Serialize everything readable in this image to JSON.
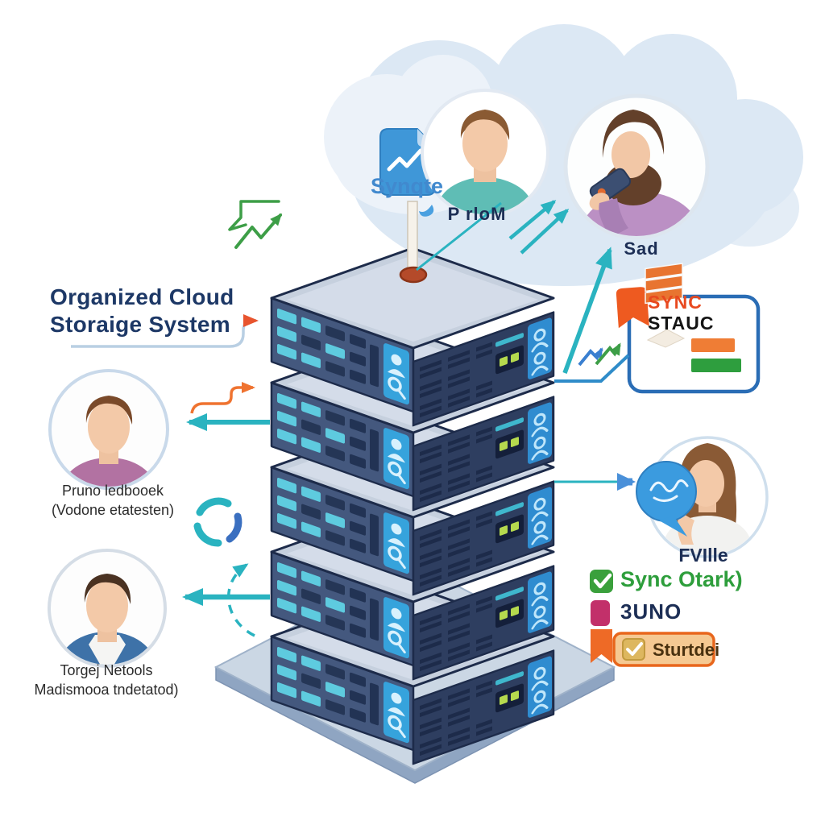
{
  "title": {
    "text_line1": "Organized Cloud",
    "text_line2": "Storaige System",
    "color": "#1d3866"
  },
  "cloud": {
    "app_name": "Synqte",
    "app_icon": "document-chart-icon",
    "user_top_label": "P rloM",
    "user_right_label": "Sad"
  },
  "servers": {
    "count": 5,
    "indicator_led_color": "#b5d94e",
    "vent_color": "#5ecbdf",
    "panel_color": "#2f8cd0"
  },
  "left_users": [
    {
      "label_line1": "Pruno ledbooek",
      "label_line2": "(Vodone etatesten)"
    },
    {
      "label_line1": "Torgej Netools",
      "label_line2": "Madismooa tndetatod)"
    }
  ],
  "sync_panel": {
    "heading_line1": "SYNC",
    "heading_line2": "STAUC",
    "heading1_color": "#e8491f",
    "border_color": "#2a6db5",
    "bookmark_color": "#ee5a20",
    "bar_colors": [
      "#ef7d35",
      "#2e9e3e"
    ],
    "icon": "stacked-files-icon"
  },
  "right_user": {
    "label": "FVIlle",
    "bubble_icon": "chat-scribble-bubble-icon"
  },
  "legend": {
    "items": [
      {
        "icon": "checkbox-checked-icon",
        "label": "Sync Otark)",
        "label_color": "#2e9e3c"
      },
      {
        "icon": "magenta-tag-icon",
        "label": "3UNO",
        "label_color": "#1c2e55"
      },
      {
        "icon": "orange-bookmark-icon",
        "label": "Sturtdei",
        "label_color": "#49310f"
      }
    ]
  },
  "colors": {
    "teal_arrow": "#2ab3c0",
    "orange_arrow": "#ef7330",
    "green_arrow": "#3d9e47",
    "blue_arrow": "#4a90d9",
    "red_arrowhead": "#e8542e",
    "cloud": "#dce8f4",
    "server_front": "#44587e",
    "server_side": "#2e3e60",
    "server_top": "#c6d0de",
    "platform": "#cbd7e4"
  }
}
